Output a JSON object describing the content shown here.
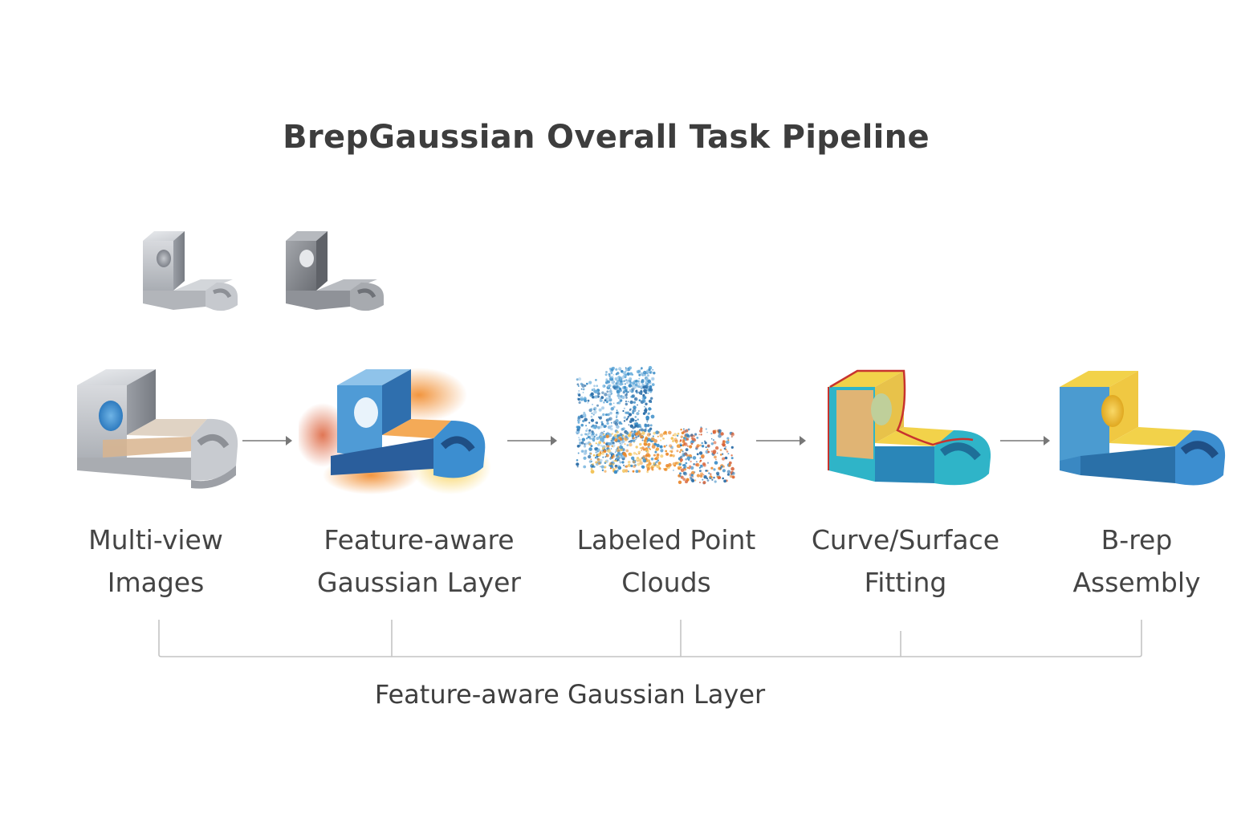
{
  "title": "BrepGaussian Overall Task Pipeline",
  "stages": [
    {
      "line1": "Multi-view",
      "line2": "Images",
      "icon": "gray-cad-part-icon"
    },
    {
      "line1": "Feature-aware",
      "line2": "Gaussian Layer",
      "icon": "gaussian-blob-part-icon"
    },
    {
      "line1": "Labeled Point",
      "line2": "Clouds",
      "icon": "point-cloud-part-icon"
    },
    {
      "line1": "Curve/Surface",
      "line2": "Fitting",
      "icon": "fitted-surface-part-icon"
    },
    {
      "line1": "B-rep",
      "line2": "Assembly",
      "icon": "brep-part-icon"
    }
  ],
  "bracket_label": "Feature-aware Gaussian Layer",
  "colors": {
    "gray": "#b8bcc2",
    "blue": "#3f8fc8",
    "yellow": "#f2d24a",
    "orange": "#e9862a",
    "cyan": "#2fb4c8"
  }
}
